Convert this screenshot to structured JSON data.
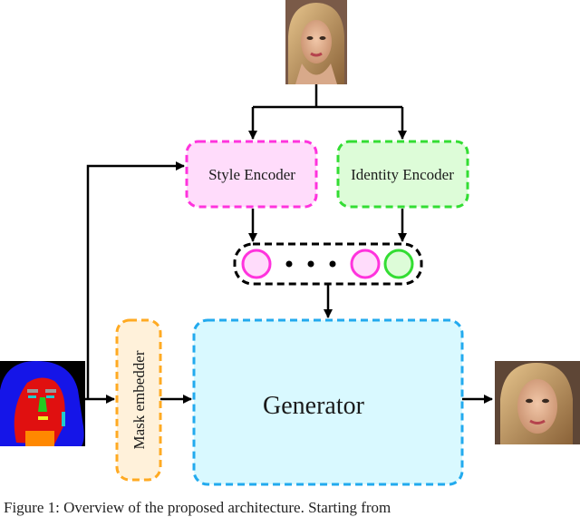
{
  "nodes": {
    "style_encoder": "Style Encoder",
    "identity_encoder": "Identity Encoder",
    "mask_embedder": "Mask embedder",
    "generator": "Generator"
  },
  "caption": "Figure 1: Overview of the proposed architecture. Starting from",
  "colors": {
    "style": "#ff33dd",
    "style_fill": "#ffdcfb",
    "identity": "#33dd33",
    "identity_fill": "#ddfcd8",
    "mask": "#ffaa22",
    "mask_fill": "#fff1da",
    "generator": "#22aaee",
    "generator_fill": "#d9f9ff",
    "arrow": "#000000"
  },
  "icons": [
    "reference-face-photo",
    "segmentation-mask-image",
    "output-face-photo",
    "style-code-circle",
    "identity-code-circle",
    "ellipsis-dots"
  ]
}
